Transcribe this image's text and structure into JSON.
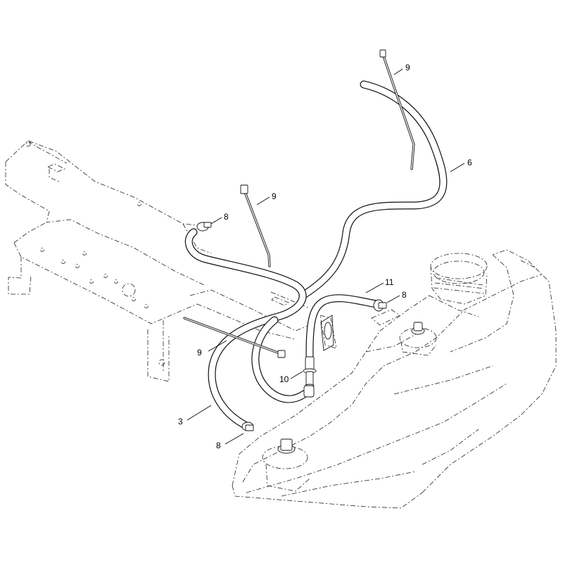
{
  "callouts": [
    {
      "id": "c1",
      "label": "9"
    },
    {
      "id": "c2",
      "label": "6"
    },
    {
      "id": "c3",
      "label": "9"
    },
    {
      "id": "c4",
      "label": "8"
    },
    {
      "id": "c5",
      "label": "11"
    },
    {
      "id": "c6",
      "label": "8"
    },
    {
      "id": "c7",
      "label": "9"
    },
    {
      "id": "c8",
      "label": "10"
    },
    {
      "id": "c9",
      "label": "3"
    },
    {
      "id": "c10",
      "label": "8"
    }
  ]
}
